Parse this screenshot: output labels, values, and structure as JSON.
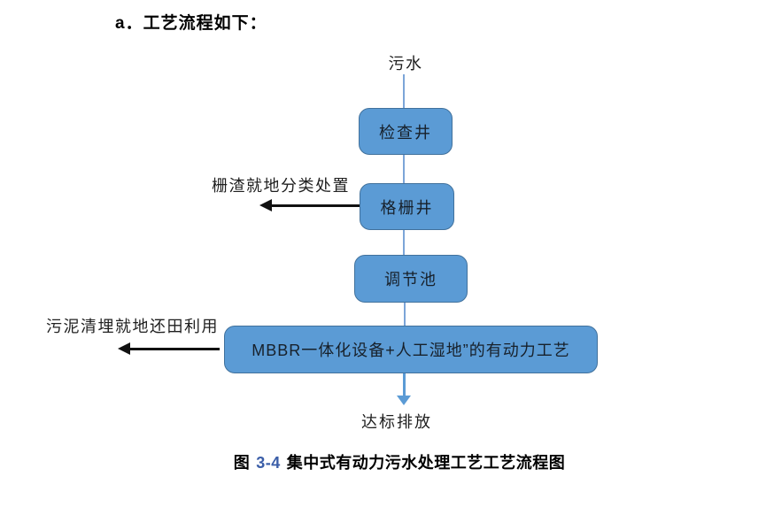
{
  "page": {
    "heading": "a．工艺流程如下：",
    "caption": {
      "prefix": "图",
      "number": "3-4",
      "title": "集中式有动力污水处理工艺工艺流程图"
    }
  },
  "flow": {
    "source_label": "污水",
    "sink_label": "达标排放",
    "nodes": [
      {
        "label": "检查井"
      },
      {
        "label": "格栅井"
      },
      {
        "label": "调节池"
      },
      {
        "label": "MBBR一体化设备+人工湿地”的有动力工艺"
      }
    ],
    "branches": [
      {
        "label": "栅渣就地分类处置",
        "from": "格栅井",
        "direction": "left"
      },
      {
        "label": "污泥清埋就地还田利用",
        "from": "MBBR一体化设备+人工湿地”的有动力工艺",
        "direction": "left"
      }
    ]
  },
  "colors": {
    "box_fill": "#5b9bd5",
    "box_border": "#41719c",
    "connector": "#7ca5d8",
    "down_arrow": "#5b9bd5",
    "branch_arrow": "#111111",
    "text": "#1f1f1f",
    "caption_number": "#3b5ea8"
  }
}
